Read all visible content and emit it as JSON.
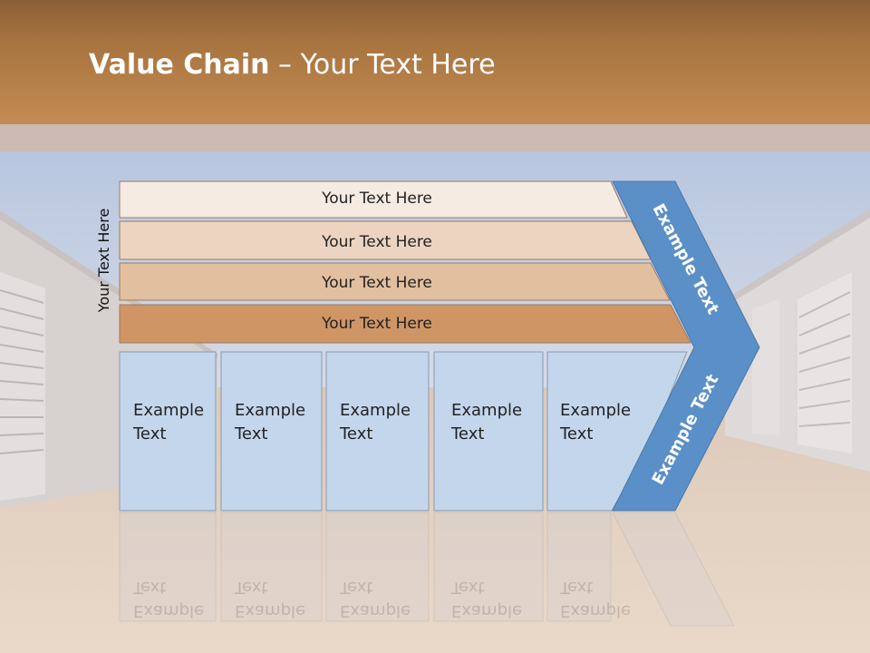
{
  "slide": {
    "title_bold": "Value Chain",
    "title_rest": " – Your Text Here",
    "side_label": "Your Text Here"
  },
  "bars": [
    {
      "label": "Your Text Here",
      "color": "#f5ebe3"
    },
    {
      "label": "Your Text Here",
      "color": "#ecd4c0"
    },
    {
      "label": "Your Text Here",
      "color": "#e2bf9f"
    },
    {
      "label": "Your Text Here",
      "color": "#cf9565"
    }
  ],
  "cells": [
    {
      "label": "Example\nText"
    },
    {
      "label": "Example\nText"
    },
    {
      "label": "Example\nText"
    },
    {
      "label": "Example\nText"
    },
    {
      "label": "Example\nText"
    }
  ],
  "chevron": {
    "upper_label": "Example Text",
    "lower_label": "Example Text",
    "color": "#5b8fc7"
  },
  "colors": {
    "header": "#b97f48",
    "cell_fill": "#c3d6ec",
    "cell_border": "#8a9bb0"
  }
}
